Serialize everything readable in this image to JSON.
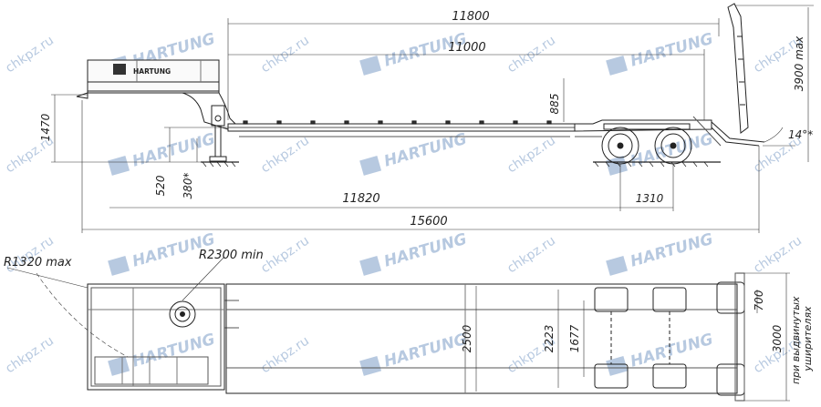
{
  "drawing": {
    "overall_length_top": "11800",
    "deck_length": "11000",
    "platform_drop": "885",
    "max_height": "3900 max",
    "ramp_angle": "14°*",
    "fifth_wheel_height": "1470",
    "deck_height": "520",
    "deck_height_alt": "380*",
    "kingpin_to_axle": "11820",
    "axle_spread": "1310",
    "overall_length": "15600",
    "front_swing_radius": "R1320 max",
    "turning_radius": "R2300 min",
    "platform_width": "2500",
    "track_width": "2223",
    "inner_width": "1677",
    "ramp_width": "700",
    "extended_width": "3000",
    "extended_width_note": "при выдвинутых\nуширителях"
  },
  "branding": {
    "logo_text": "HARTUNG",
    "site_watermark": "chkpz.ru",
    "brand_watermark": "HARTUNG",
    "accent_color": "#9fb7d6"
  }
}
